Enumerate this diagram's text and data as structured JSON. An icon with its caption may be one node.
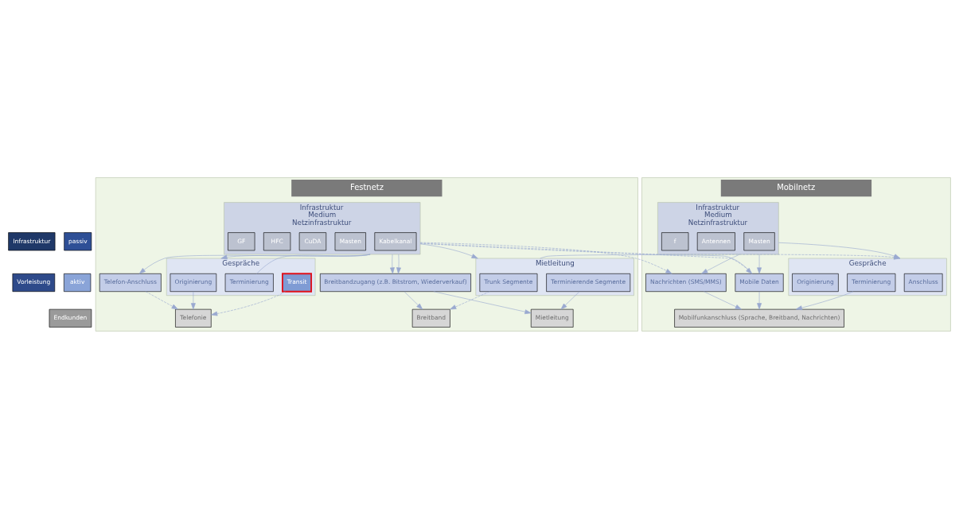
{
  "diagram": {
    "nodes": [
      {
        "text": [
          "Vorleistung"
        ]
      },
      {
        "text": [
          "Infrastruktur"
        ]
      },
      {
        "text": [
          "passiv"
        ]
      },
      {
        "text": [
          "aktiv"
        ]
      },
      {
        "text": [
          "Endkunden"
        ]
      },
      {
        "text": [
          "Festnetz"
        ]
      },
      {
        "text": [
          "Infrastruktur",
          "Medium",
          "Netzinfrastruktur"
        ],
        "in": 5
      },
      {
        "text": [
          "Kabelkanal"
        ],
        "in": 6
      },
      {
        "text": [
          "Masten"
        ],
        "in": 6
      },
      {
        "text": [
          "CuDA"
        ],
        "in": 6
      },
      {
        "text": [
          "HFC"
        ],
        "in": 6
      },
      {
        "text": [
          "GF"
        ],
        "in": 6
      },
      {
        "text": [
          "Telefon-Anschluss"
        ],
        "in": 5
      },
      {
        "text": [
          "Gespräche"
        ],
        "in": 5
      },
      {
        "text": [
          "Originierung"
        ],
        "in": 13
      },
      {
        "text": [
          "Transit"
        ],
        "in": 13
      },
      {
        "text": [
          "Terminierung"
        ],
        "in": 13
      },
      {
        "text": [
          "Breitbandzugang (z.B. Bitstrom, Wiederverkauf)"
        ],
        "in": 5
      },
      {
        "text": [
          "Mietleitung"
        ],
        "in": 5
      },
      {
        "text": [
          "Trunk Segmente"
        ],
        "in": 18
      },
      {
        "text": [
          "Terminierende Segmente"
        ],
        "in": 18
      },
      {
        "text": [
          "Telefonie"
        ],
        "in": 5
      },
      {
        "text": [
          "Breitband"
        ],
        "in": 5
      },
      {
        "text": [
          "Mietleitung"
        ],
        "in": 5
      },
      {
        "text": [
          "Mobilnetz"
        ]
      },
      {
        "text": [
          "Infrastruktur",
          "Medium",
          "Netzinfrastruktur"
        ],
        "in": 24
      },
      {
        "text": [
          "Masten"
        ],
        "in": 25
      },
      {
        "text": [
          "Antennen"
        ],
        "in": 25
      },
      {
        "text": [
          "f"
        ],
        "in": 25
      },
      {
        "text": [
          "Gespräche"
        ],
        "in": 24
      },
      {
        "text": [
          "Anschluss"
        ],
        "in": 29
      },
      {
        "text": [
          "Terminierung"
        ],
        "in": 29
      },
      {
        "text": [
          "Originierung"
        ],
        "in": 29
      },
      {
        "text": [
          "Nachrichten (SMS/MMS)"
        ],
        "in": 24
      },
      {
        "text": [
          "Mobile Daten"
        ],
        "in": 24
      },
      {
        "text": [
          "Mobilfunkanschluss (Sprache, Breitband, Nachrichten)"
        ],
        "in": 24
      }
    ],
    "edges": [
      {
        "from": 6,
        "to": 12,
        "arrow": "to"
      },
      {
        "from": 6,
        "to": 13,
        "arrow": "to"
      },
      {
        "from": 6,
        "to": 16,
        "arrow": "none"
      },
      {
        "from": 6,
        "to": 17,
        "arrow": "to"
      },
      {
        "from": 6,
        "to": 17,
        "arrow": "to"
      },
      {
        "from": 6,
        "to": 18,
        "arrow": "to"
      },
      {
        "from": 6,
        "to": 29,
        "arrow": "to",
        "style": "dashed"
      },
      {
        "from": 6,
        "to": 33,
        "arrow": "to",
        "style": "dashed"
      },
      {
        "from": 6,
        "to": 34,
        "arrow": "to",
        "style": "dashed"
      },
      {
        "from": 25,
        "to": 29,
        "arrow": "to"
      },
      {
        "from": 25,
        "to": 33,
        "arrow": "to"
      },
      {
        "from": 25,
        "to": 34,
        "arrow": "to"
      },
      {
        "from": 18,
        "to": 34,
        "arrow": "none"
      },
      {
        "from": 12,
        "to": 21,
        "arrow": "to",
        "style": "dashed"
      },
      {
        "from": 14,
        "to": 21,
        "arrow": "to"
      },
      {
        "from": 15,
        "to": 21,
        "arrow": "to",
        "style": "dashed"
      },
      {
        "from": 17,
        "to": 22,
        "arrow": "to"
      },
      {
        "from": 17,
        "to": 23,
        "arrow": "to"
      },
      {
        "from": 19,
        "to": 22,
        "arrow": "to",
        "style": "dashed"
      },
      {
        "from": 20,
        "to": 23,
        "arrow": "to"
      },
      {
        "from": 31,
        "to": 35,
        "arrow": "to"
      },
      {
        "from": 33,
        "to": 35,
        "arrow": "to"
      },
      {
        "from": 34,
        "to": 35,
        "arrow": "to"
      }
    ]
  }
}
